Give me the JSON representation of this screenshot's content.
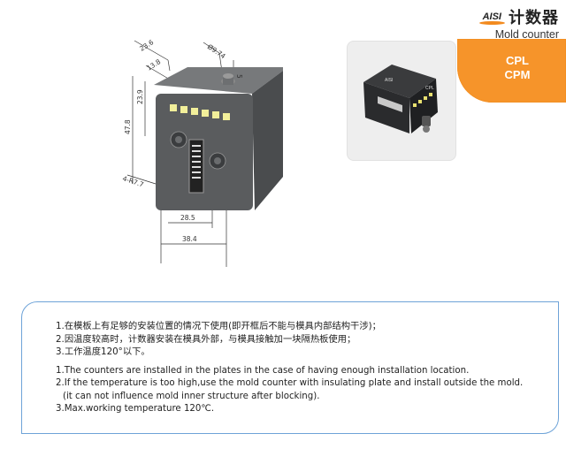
{
  "brand": {
    "logo_text": "AISI",
    "title_cn": "计数器",
    "title_en": "Mold counter"
  },
  "models": [
    "CPL",
    "CPM"
  ],
  "drawing": {
    "dims": {
      "d1": "23.6",
      "d2": "Ø9.74",
      "d3": "13.8",
      "d4": "5",
      "d5": "23.9",
      "d6": "47.8",
      "d7": "4-R7.7",
      "d8": "28.5",
      "d9": "38.4"
    }
  },
  "photo": {
    "top_label": "AISI",
    "side_label": "CPL"
  },
  "notes": {
    "cn": [
      "1.在模板上有足够的安装位置的情况下使用(即开框后不能与模具内部结构干涉)；",
      "2.因温度较高时，计数器安装在模具外部，与模具接触加一块隔热板使用；",
      "3.工作温度120°以下。"
    ],
    "en": [
      "1.The counters are installed in the plates in the case of having enough installation location.",
      "2.If the temperature is too high,use the mold counter with insulating plate and install outside the mold.",
      "(it can not influence mold inner structure after blocking).",
      "3.Max.working temperature 120℃."
    ]
  },
  "colors": {
    "accent_orange": "#f6942a",
    "note_border": "#6ea3d8",
    "body_dark": "#5a5c5e"
  }
}
